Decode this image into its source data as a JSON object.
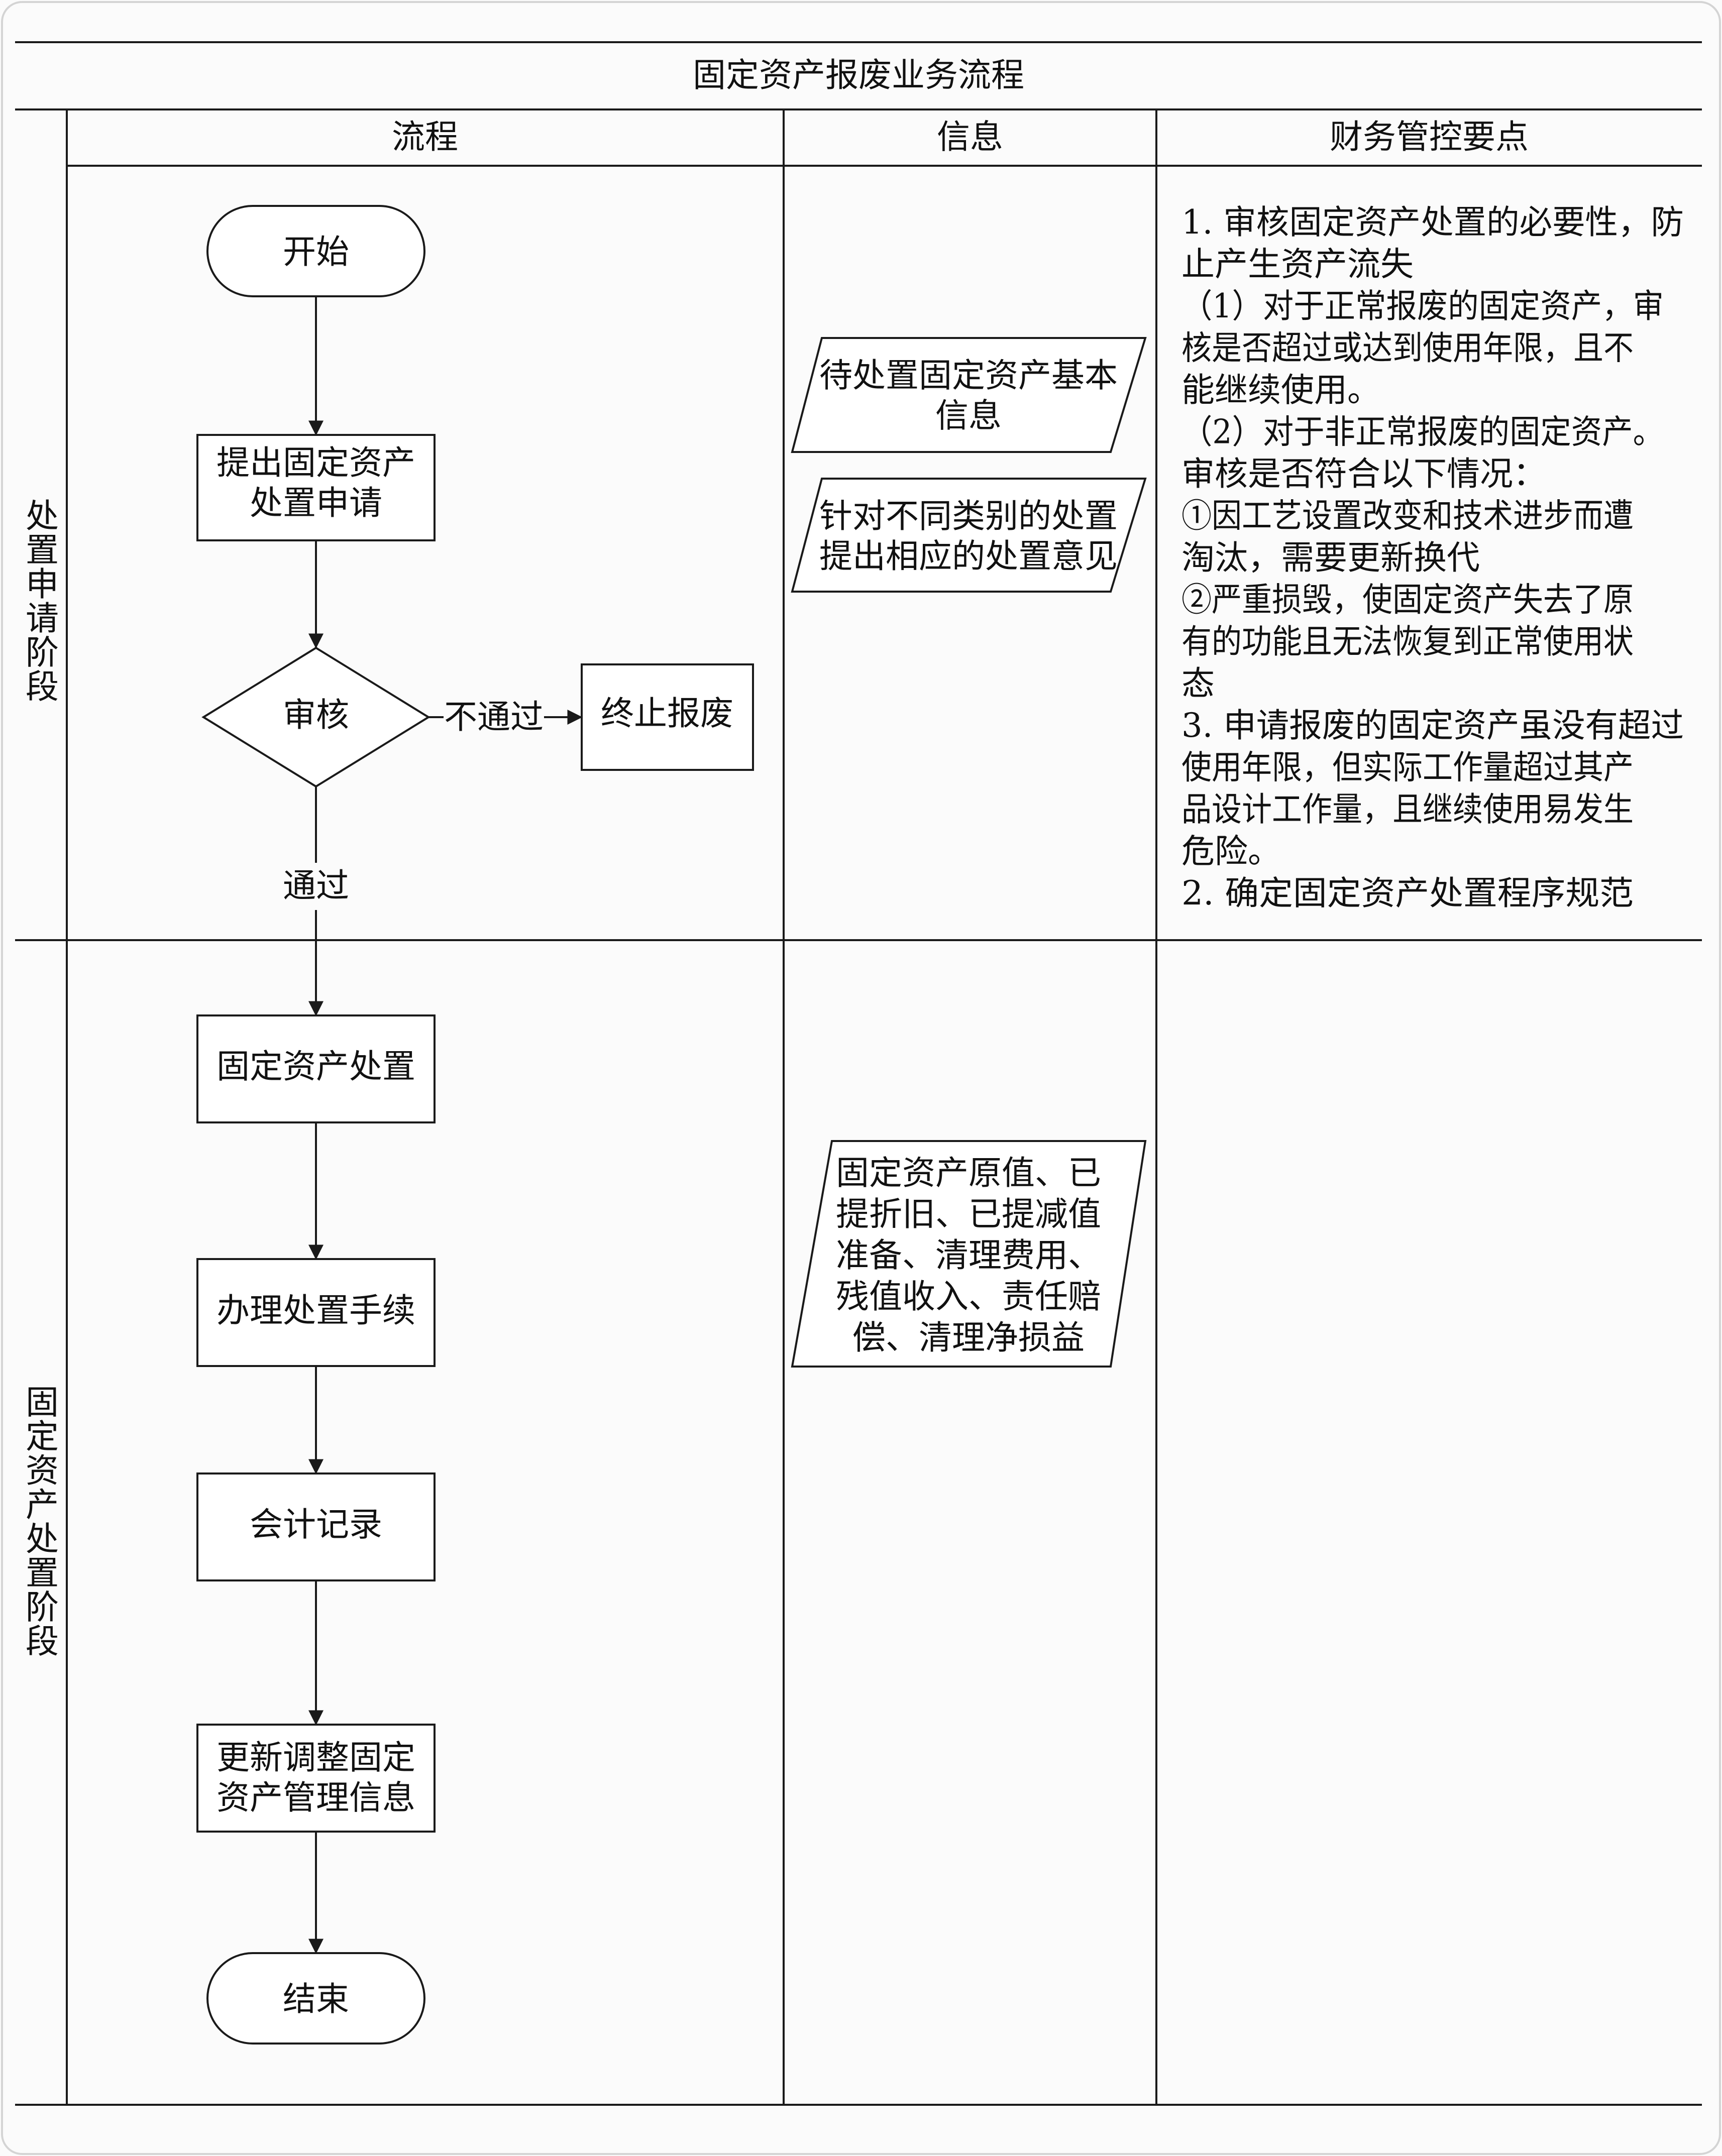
{
  "title": "固定资产报废业务流程",
  "columns": {
    "flow": "流程",
    "info": "信息",
    "control": "财务管控要点"
  },
  "phases": {
    "apply": "处置申请阶段",
    "dispose": "固定资产处置阶段"
  },
  "flow": {
    "start": "开始",
    "submit": [
      "提出固定资产",
      "处置申请"
    ],
    "review": "审核",
    "reject_label": "不通过",
    "terminate": "终止报废",
    "pass_label": "通过",
    "dispose": "固定资产处置",
    "procedures": "办理处置手续",
    "accounting": "会计记录",
    "update": [
      "更新调整固定",
      "资产管理信息"
    ],
    "end": "结束"
  },
  "info": {
    "doc1": [
      "待处置固定资产基本",
      "信息"
    ],
    "doc2": [
      "针对不同类别的处置",
      "提出相应的处置意见"
    ],
    "doc3": [
      "固定资产原值、已",
      "提折旧、已提减值",
      "准备、清理费用、",
      "残值收入、责任赔",
      "偿、清理净损益"
    ]
  },
  "control_points": [
    "1. 审核固定资产处置的必要性，防",
    "止产生资产流失",
    "（1）对于正常报废的固定资产，审",
    "核是否超过或达到使用年限，且不",
    "能继续使用。",
    "（2）对于非正常报废的固定资产。",
    "审核是否符合以下情况：",
    "①因工艺设置改变和技术进步而遭",
    "淘汰，需要更新换代",
    "②严重损毁，使固定资产失去了原",
    "有的功能且无法恢复到正常使用状",
    "态",
    "3. 申请报废的固定资产虽没有超过",
    "使用年限，但实际工作量超过其产",
    "品设计工作量，且继续使用易发生",
    "危险。",
    "2. 确定固定资产处置程序规范"
  ]
}
